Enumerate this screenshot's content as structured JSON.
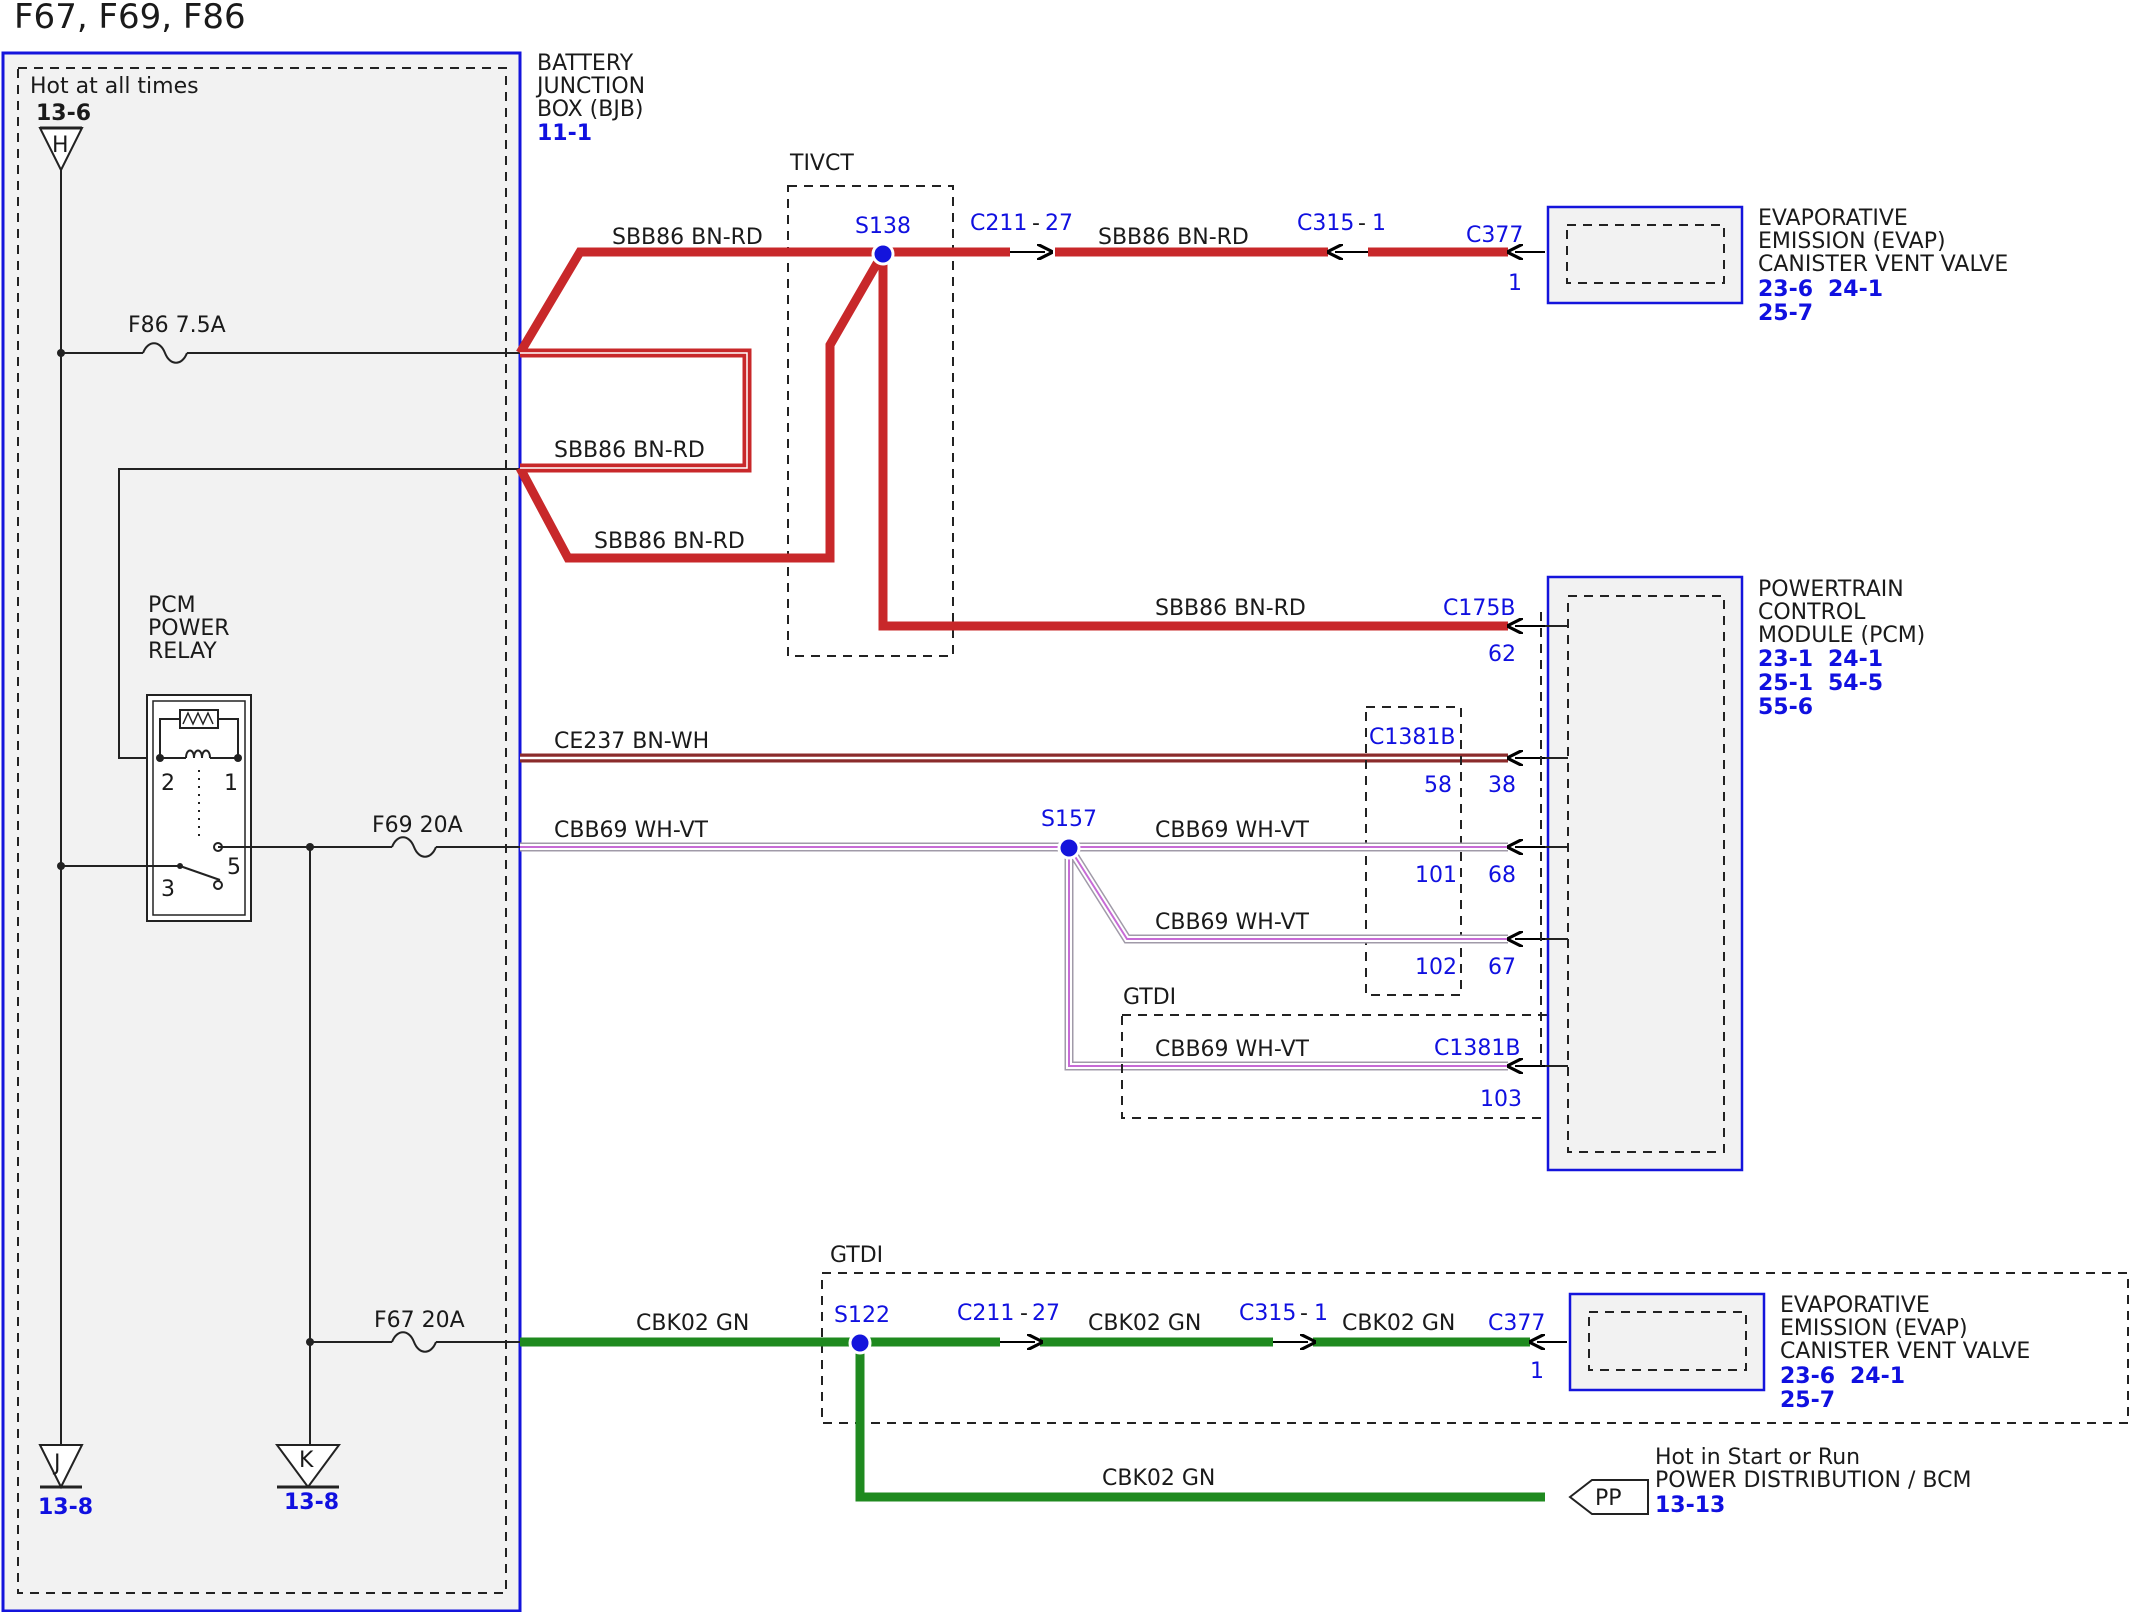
{
  "title": "F67, F69, F86",
  "colors": {
    "red": "#c8282a",
    "green": "#1f8a1f",
    "blue": "#1414dc",
    "purple": "#8a1f6e",
    "box_fill": "#f2f2f2"
  },
  "bjb": {
    "hot_label": "Hot at all times",
    "hot_ref": "13-6",
    "name_line1": "BATTERY",
    "name_line2": "JUNCTION",
    "name_line3": "BOX (BJB)",
    "ref": "11-1",
    "term_h": "H",
    "term_j": "J",
    "term_j_ref": "13-8",
    "term_k": "K",
    "term_k_ref": "13-8",
    "fuse_f86": "F86  7.5A",
    "fuse_f69": "F69  20A",
    "fuse_f67": "F67  20A",
    "relay_line1": "PCM",
    "relay_line2": "POWER",
    "relay_line3": "RELAY",
    "relay_pin1": "1",
    "relay_pin2": "2",
    "relay_pin3": "3",
    "relay_pin5": "5"
  },
  "wires": {
    "sbb86_top": "SBB86  BN-RD",
    "sbb86_loop": "SBB86  BN-RD",
    "sbb86_low": "SBB86  BN-RD",
    "sbb86_right": "SBB86  BN-RD",
    "sbb86_pcm": "SBB86  BN-RD",
    "ce237": "CE237  BN-WH",
    "cbb69_left": "CBB69  WH-VT",
    "cbb69_68": "CBB69  WH-VT",
    "cbb69_67": "CBB69  WH-VT",
    "cbb69_103": "CBB69  WH-VT",
    "cbk02_left": "CBK02  GN",
    "cbk02_mid": "CBK02  GN",
    "cbk02_right": "CBK02  GN",
    "cbk02_low": "CBK02  GN"
  },
  "splices": {
    "s138": "S138",
    "s157": "S157",
    "s122": "S122"
  },
  "options": {
    "tivct": "TIVCT",
    "gtdi_pcm": "GTDI",
    "gtdi_bottom": "GTDI"
  },
  "connectors": {
    "c211_top": "C211",
    "c211_top_pin": "27",
    "c315_top": "C315",
    "c315_top_pin": "1",
    "c377_top": "C377",
    "c377_top_pin": "1",
    "c175b": "C175B",
    "c175b_pin": "62",
    "c1381b": "C1381B",
    "c1381b_58": "58",
    "c1381b_38": "38",
    "c1381b_101": "101",
    "c1381b_68": "68",
    "c1381b_102": "102",
    "c1381b_67": "67",
    "c1381b_gtdi": "C1381B",
    "c1381b_103": "103",
    "c211_bot": "C211",
    "c211_bot_pin": "27",
    "c315_bot": "C315",
    "c315_bot_pin": "1",
    "c377_bot": "C377",
    "c377_bot_pin": "1"
  },
  "evap_top": {
    "line1": "EVAPORATIVE",
    "line2": "EMISSION (EVAP)",
    "line3": "CANISTER VENT VALVE",
    "ref1": "23-6",
    "ref2": "24-1",
    "ref3": "25-7"
  },
  "pcm": {
    "line1": "POWERTRAIN",
    "line2": "CONTROL",
    "line3": "MODULE (PCM)",
    "ref1": "23-1",
    "ref2": "24-1",
    "ref3": "25-1",
    "ref4": "54-5",
    "ref5": "55-6"
  },
  "evap_bottom": {
    "line1": "EVAPORATIVE",
    "line2": "EMISSION (EVAP)",
    "line3": "CANISTER VENT VALVE",
    "ref1": "23-6",
    "ref2": "24-1",
    "ref3": "25-7"
  },
  "pp": {
    "label": "PP",
    "line1": "Hot in Start or Run",
    "line2": "POWER DISTRIBUTION / BCM",
    "ref": "13-13"
  }
}
